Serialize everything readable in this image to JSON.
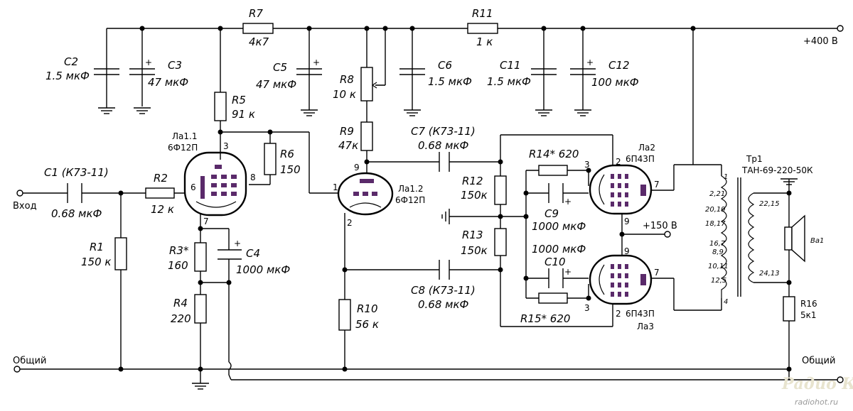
{
  "rails": {
    "b400": "+400 В",
    "b150": "+150 В",
    "input": "Вход",
    "common_left": "Общий",
    "common_right": "Общий"
  },
  "components": {
    "c2": {
      "ref": "C2",
      "value": "1.5 мкФ"
    },
    "c3": {
      "ref": "C3",
      "value": "47 мкФ"
    },
    "r7": {
      "ref": "R7",
      "value": "4к7"
    },
    "c5": {
      "ref": "C5",
      "value": "47 мкФ"
    },
    "r8": {
      "ref": "R8",
      "value": "10 к"
    },
    "c6": {
      "ref": "C6",
      "value": "1.5 мкФ"
    },
    "r11": {
      "ref": "R11",
      "value": "1 к"
    },
    "c11": {
      "ref": "C11",
      "value": "1.5 мкФ"
    },
    "c12": {
      "ref": "C12",
      "value": "100 мкФ"
    },
    "r5": {
      "ref": "R5",
      "value": "91 к"
    },
    "r6": {
      "ref": "R6",
      "value": "150"
    },
    "r9": {
      "ref": "R9",
      "value": "47к"
    },
    "c7": {
      "ref": "C7 (К73-11)",
      "value": "0.68 мкФ"
    },
    "r14": {
      "ref": "R14* 620"
    },
    "c9": {
      "ref": "C9",
      "value": "1000 мкФ"
    },
    "r12": {
      "ref": "R12",
      "value": "150к"
    },
    "r13": {
      "ref": "R13",
      "value": "150к"
    },
    "c10": {
      "ref": "C10",
      "value": "1000 мкФ"
    },
    "r15": {
      "ref": "R15* 620"
    },
    "c8": {
      "ref": "C8 (К73-11)",
      "value": "0.68 мкФ"
    },
    "r10": {
      "ref": "R10",
      "value": "56 к"
    },
    "c1": {
      "ref": "C1 (К73-11)",
      "value": "0.68 мкФ"
    },
    "r2": {
      "ref": "R2",
      "value": "12 к"
    },
    "r1": {
      "ref": "R1",
      "value": "150 к"
    },
    "r3": {
      "ref": "R3*",
      "value": "160"
    },
    "c4": {
      "ref": "C4",
      "value": "1000 мкФ"
    },
    "r4": {
      "ref": "R4",
      "value": "220"
    },
    "r16": {
      "ref": "R16",
      "value": "5к1"
    },
    "ba1": {
      "ref": "Ba1"
    }
  },
  "tubes": {
    "la11": {
      "ref": "Ла1.1",
      "type": "6Ф12П"
    },
    "la12": {
      "ref": "Ла1.2",
      "type": "6Ф12П"
    },
    "la2": {
      "ref": "Ла2",
      "type": "6П43П"
    },
    "la3": {
      "ref": "Ла3",
      "type": "6П43П"
    }
  },
  "transformer": {
    "ref": "Тр1",
    "type": "ТАН-69-220-50К",
    "primary_pins": [
      "1",
      "2,21",
      "20,19",
      "18,17",
      "16,7",
      "8,9",
      "10,11",
      "12,5",
      "4"
    ],
    "secondary_pins": [
      "22,15",
      "24,13"
    ]
  },
  "pins": {
    "la11_anode": "3",
    "la11_grid": "6",
    "la11_g2": "8",
    "la11_cathode": "7",
    "la12_anode": "9",
    "la12_grid": "1",
    "la12_cathode": "2",
    "la2_grid": "2",
    "la2_cathode": "3",
    "la2_anode": "7",
    "la2_g2": "9",
    "la3_g2": "9",
    "la3_grid": "2",
    "la3_cathode": "3",
    "la3_anode": "7"
  },
  "watermark": {
    "logo": "Радио КОТ",
    "site": "radiohot.ru"
  },
  "colors": {
    "wire": "#000000",
    "tube_grid": "#5a2a6a",
    "watermark": "#e8e4cf"
  }
}
